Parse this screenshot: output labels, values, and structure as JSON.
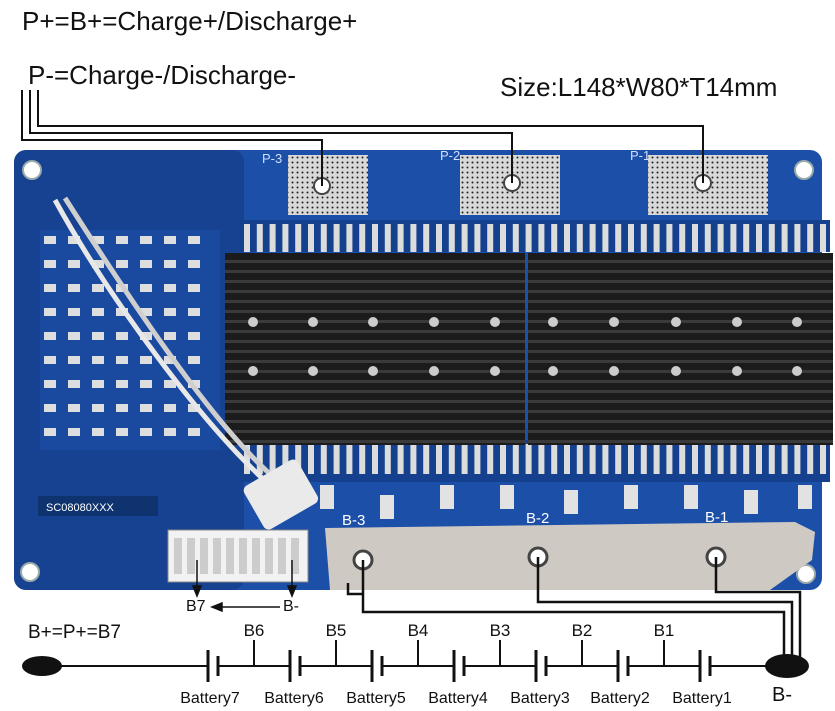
{
  "labels": {
    "positive_terminal": "P+=B+=Charge+/Discharge+",
    "negative_terminal": "P-=Charge-/Discharge-",
    "size": "Size:L148*W80*T14mm",
    "main_positive": "B+=P+=B7",
    "main_negative": "B-",
    "connector_b7": "B7",
    "connector_bminus": "B-"
  },
  "board": {
    "pad_labels": [
      "P-3",
      "P-2",
      "P-1"
    ],
    "bottom_pad_labels": [
      "B-3",
      "B-2",
      "B-1"
    ],
    "pcb_code": "SC08080XXX"
  },
  "cells": [
    {
      "battery": "Battery7",
      "node": "B6"
    },
    {
      "battery": "Battery6",
      "node": "B5"
    },
    {
      "battery": "Battery5",
      "node": "B4"
    },
    {
      "battery": "Battery4",
      "node": "B3"
    },
    {
      "battery": "Battery3",
      "node": "B2"
    },
    {
      "battery": "Battery2",
      "node": "B1"
    },
    {
      "battery": "Battery1",
      "node": ""
    }
  ],
  "colors": {
    "pcb": "#1c4fa8",
    "pcb_dark": "#123a82",
    "heatsink": "#1b1b1b",
    "pad": "#d9d9d9",
    "wire": "#111111"
  }
}
